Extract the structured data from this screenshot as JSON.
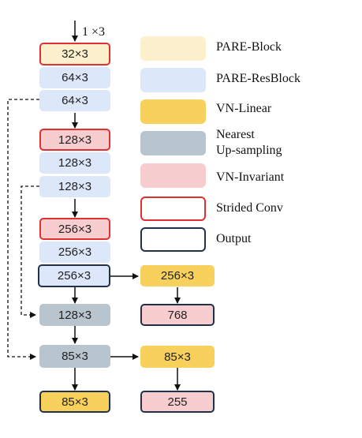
{
  "input_label": "1 ×3",
  "nodes": {
    "n1": "32×3",
    "n2": "64×3",
    "n3": "64×3",
    "n4": "128×3",
    "n5": "128×3",
    "n6": "128×3",
    "n7": "256×3",
    "n8": "256×3",
    "n9": "256×3",
    "n10": "128×3",
    "n11": "85×3",
    "n12": "85×3",
    "r1": "256×3",
    "r2": "768",
    "r3": "85×3",
    "r4": "255"
  },
  "legend": {
    "pare_block": "PARE-Block",
    "pare_resblock": "PARE-ResBlock",
    "vn_linear": "VN-Linear",
    "nearest_upsampling_1": "Nearest",
    "nearest_upsampling_2": "Up-sampling",
    "vn_invariant": "VN-Invariant",
    "strided_conv": "Strided Conv",
    "output": "Output"
  },
  "colors": {
    "pare_block": "#fdf0cc",
    "pare_resblock": "#dce7fa",
    "vn_linear": "#f8d15c",
    "nearest_upsampling": "#b8c4ce",
    "vn_invariant": "#f8cdd0",
    "strided_border": "#e03030",
    "output_border": "#22314a"
  }
}
